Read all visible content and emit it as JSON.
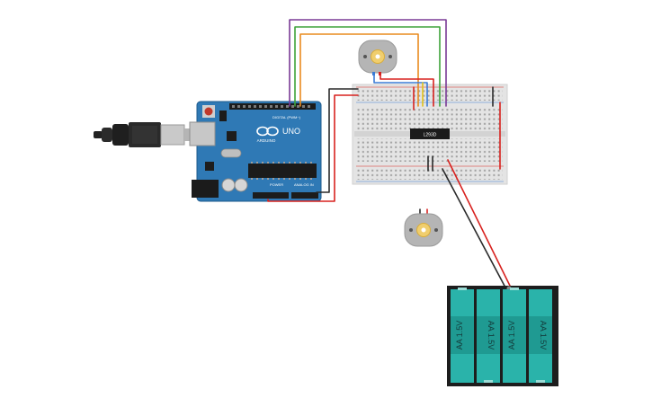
{
  "arduino": {
    "brand": "ARDUINO",
    "model": "UNO",
    "digital_header": "DIGITAL (PWM~)",
    "power_header": "POWER",
    "analog_header": "ANALOG IN",
    "board_color": "#2f79b5"
  },
  "breadboard": {
    "chip_label": "L293D",
    "body_color": "#e4e4e4"
  },
  "motors": [
    {
      "name": "dc-motor-top"
    },
    {
      "name": "dc-motor-bottom"
    }
  ],
  "battery_pack": {
    "cells": [
      {
        "label": "AA 1.5V"
      },
      {
        "label": "AA 1.5V"
      },
      {
        "label": "AA 1.5V"
      },
      {
        "label": "AA 1.5V"
      }
    ],
    "cell_color": "#2ab3aa"
  },
  "wires": {
    "purple": "#7a3a96",
    "green": "#3fa33a",
    "orange": "#e98b1f",
    "red": "#d8221f",
    "black": "#2a2a2a",
    "blue": "#3a7bd5",
    "yellow": "#e2c21a"
  },
  "usb_cable": {
    "color": "#222222"
  }
}
